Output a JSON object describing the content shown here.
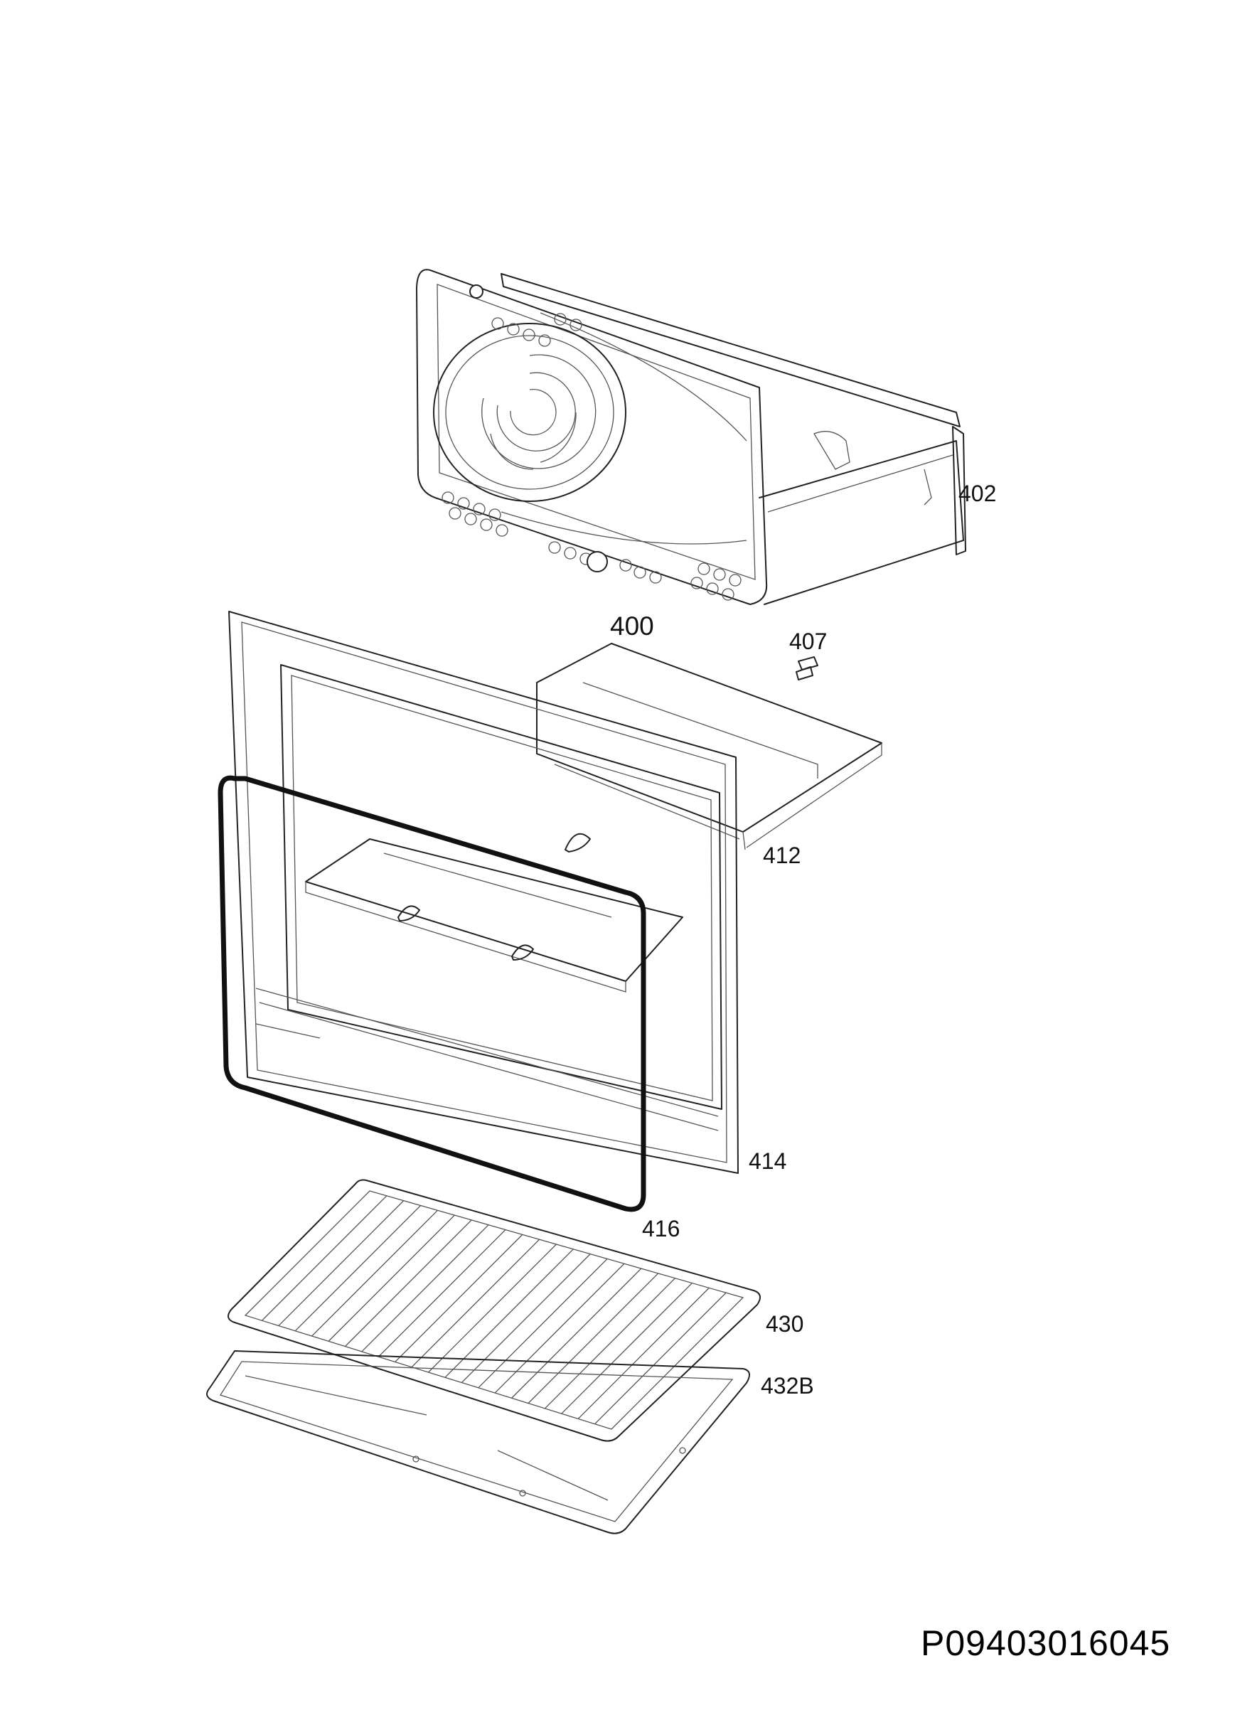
{
  "parts": {
    "p400": "400",
    "p402": "402",
    "p407": "407",
    "p412": "412",
    "p414": "414",
    "p416": "416",
    "p430": "430",
    "p432b": "432B"
  },
  "document_code": "P09403016045"
}
